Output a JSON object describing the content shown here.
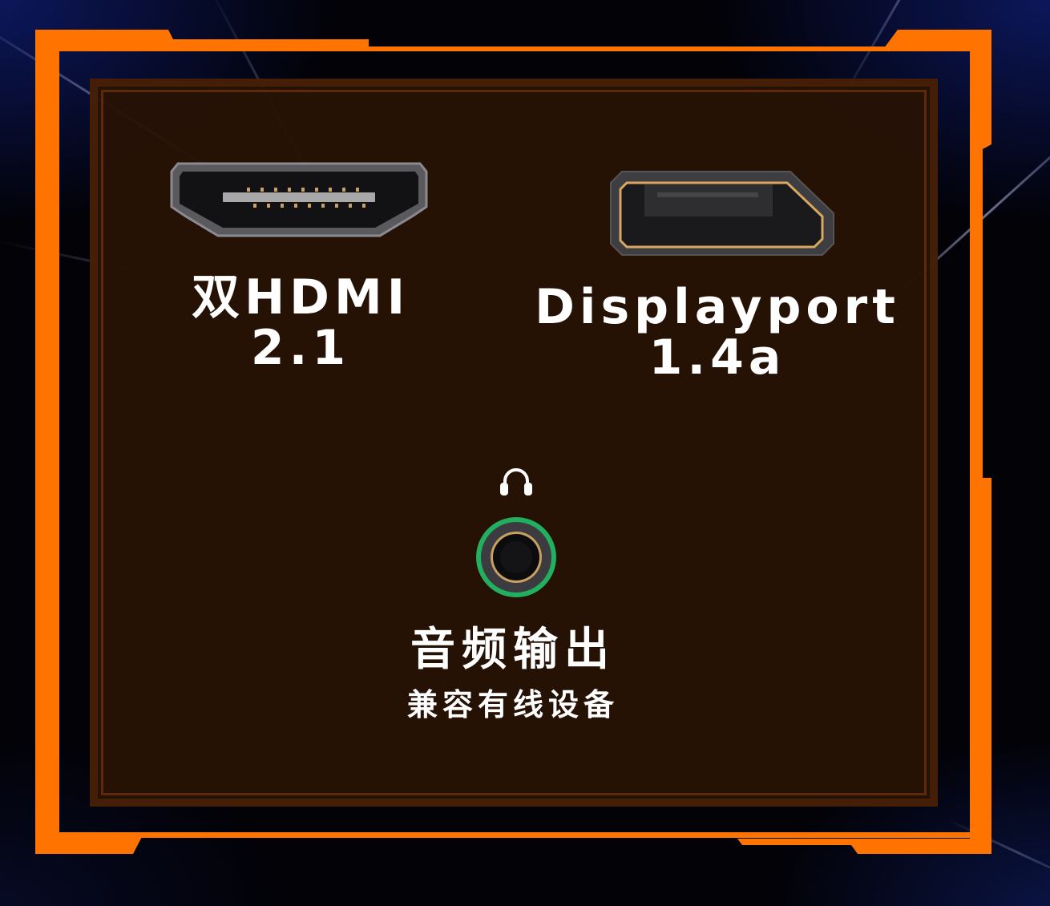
{
  "colors": {
    "frame_orange": "#ff7300",
    "panel_bg": "#2a1205",
    "text": "#ffffff",
    "audio_ring_green": "#22b060",
    "gold_contacts": "#d8a860"
  },
  "ports": [
    {
      "icon": "hdmi-port-icon",
      "title": "双HDMI",
      "version": "2.1"
    },
    {
      "icon": "displayport-port-icon",
      "title": "Displayport",
      "version": "1.4a"
    }
  ],
  "audio": {
    "icon": "headphone-icon",
    "jack_icon": "audio-jack-icon",
    "title": "音频输出",
    "subtitle": "兼容有线设备"
  }
}
